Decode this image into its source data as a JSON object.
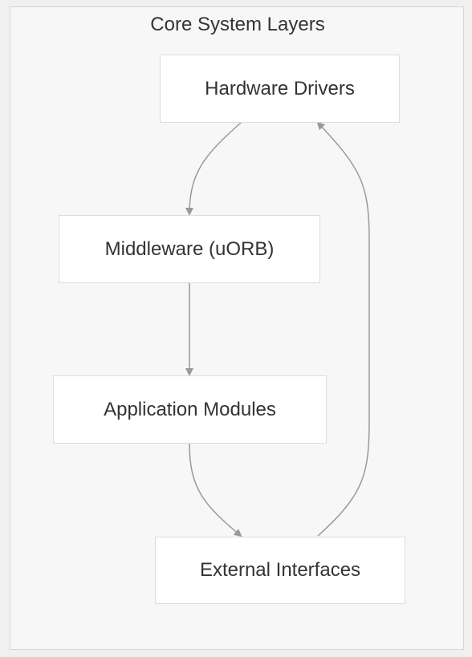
{
  "diagram": {
    "cluster": {
      "title": "Core System Layers"
    },
    "nodes": [
      {
        "id": "hardware",
        "label": "Hardware Drivers"
      },
      {
        "id": "middleware",
        "label": "Middleware (uORB)"
      },
      {
        "id": "application",
        "label": "Application Modules"
      },
      {
        "id": "external",
        "label": "External Interfaces"
      }
    ],
    "edges": [
      {
        "from": "hardware",
        "to": "middleware"
      },
      {
        "from": "middleware",
        "to": "application"
      },
      {
        "from": "application",
        "to": "external"
      },
      {
        "from": "external",
        "to": "hardware"
      }
    ],
    "colors": {
      "background": "#f1f0ee",
      "cluster_fill": "#f7f7f7",
      "node_fill": "#ffffff",
      "edge": "#999999",
      "text": "#333333"
    }
  }
}
